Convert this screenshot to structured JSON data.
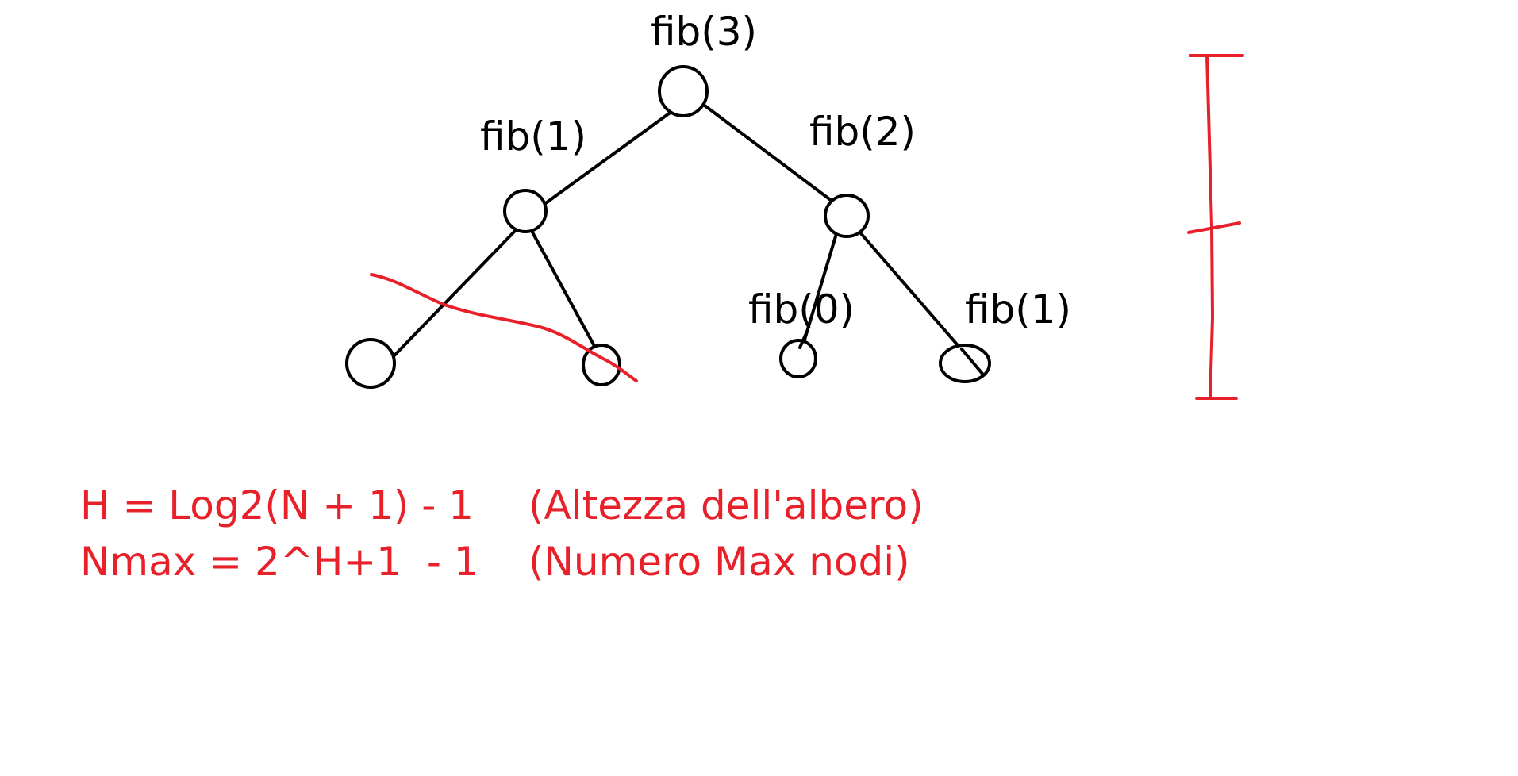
{
  "tree": {
    "root_label": "fib(3)",
    "left_label": "fib(1)",
    "right_label": "fib(2)",
    "right_left_label": "fib(0)",
    "right_right_label": "fib(1)"
  },
  "formulas": {
    "height_formula": "H = Log2(N + 1) - 1",
    "height_note": "(Altezza dell'albero)",
    "max_nodes_formula": "Nmax = 2^H+1  - 1",
    "max_nodes_note": "(Numero Max nodi)"
  },
  "colors": {
    "ink": "#000000",
    "annotation": "#e8202a"
  }
}
